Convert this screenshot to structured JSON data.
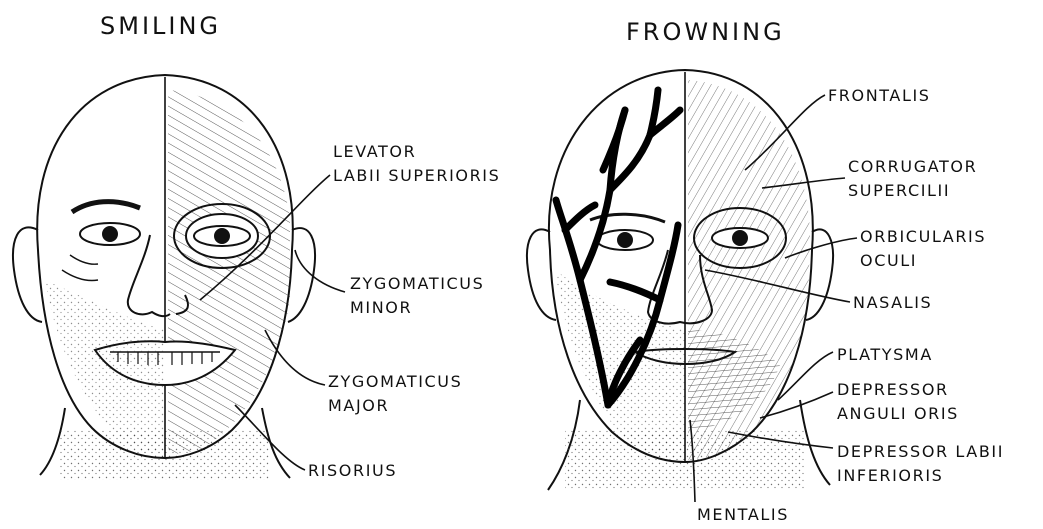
{
  "titles": {
    "left": "SMILING",
    "right": "FROWNING"
  },
  "smiling_labels": {
    "levator": [
      "LEVATOR",
      "LABII SUPERIORIS"
    ],
    "zyg_minor": [
      "ZYGOMATICUS",
      "MINOR"
    ],
    "zyg_major": [
      "ZYGOMATICUS",
      "MAJOR"
    ],
    "risorius": [
      "RISORIUS"
    ]
  },
  "frowning_labels": {
    "frontalis": [
      "FRONTALIS"
    ],
    "corrugator": [
      "CORRUGATOR",
      "SUPERCILII"
    ],
    "orbicularis": [
      "ORBICULARIS",
      "OCULI"
    ],
    "nasalis": [
      "NASALIS"
    ],
    "platysma": [
      "PLATYSMA"
    ],
    "dep_anguli": [
      "DEPRESSOR",
      "ANGULI ORIS"
    ],
    "dep_labii": [
      "DEPRESSOR LABII",
      "INFERIORIS"
    ],
    "mentalis": [
      "MENTALIS"
    ]
  }
}
